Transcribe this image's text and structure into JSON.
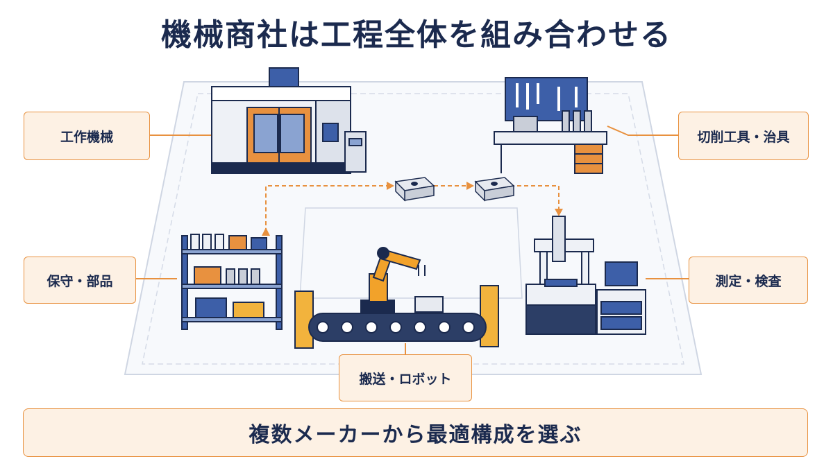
{
  "title": "機械商社は工程全体を組み合わせる",
  "labels": {
    "machine_tools": "工作機械",
    "cutting_tools": "切削工具・治具",
    "maintenance_parts": "保守・部品",
    "measurement": "測定・検査",
    "transport_robot": "搬送・ロボット"
  },
  "banner": "複数メーカーから最適構成を選ぶ",
  "colors": {
    "navy": "#1b2a4e",
    "orange": "#e8913f",
    "label_bg": "#fdf1e4",
    "blue_panel": "#3d5fa8"
  },
  "icons": {
    "machine": "cnc-machine-icon",
    "tools": "tool-bench-icon",
    "shelf": "parts-shelf-icon",
    "robot": "robot-arm-icon",
    "cmm": "cmm-machine-icon"
  }
}
